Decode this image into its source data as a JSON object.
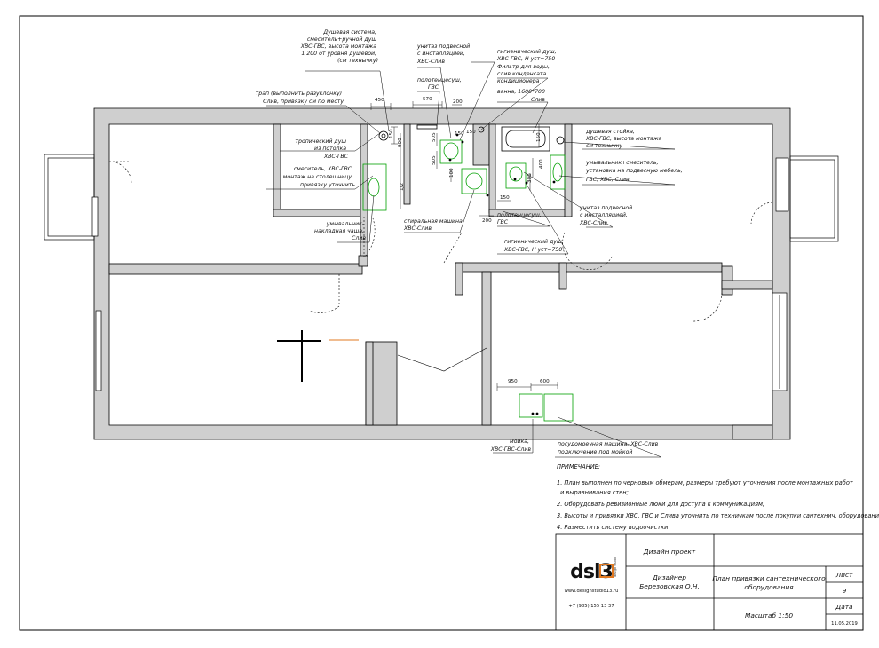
{
  "labels": {
    "shower_system": [
      "Душевая система,",
      "смеситель+ручной душ",
      "ХВС-ГВС, высота монтажа",
      "1 200 от уровня душевой,",
      "(см технычку)"
    ],
    "toilet_1": [
      "унитаз подвесной",
      "с инсталляцией,",
      "ХВС-Слив"
    ],
    "hygienic_shower_1": [
      "гигиенический душ,",
      "ХВС-ГВС, Н уст=750"
    ],
    "water_filter": [
      "Фильтр для воды,",
      "слив конденсата",
      "кондиционера"
    ],
    "bath": [
      "ванна, 1600*700",
      "Слив"
    ],
    "towel_rail_1": [
      "полотенцесуш,",
      "ГВС"
    ],
    "floor_drain": [
      "трап (выполнить разуклонку)",
      "Слив, привязку см по месту"
    ],
    "tropical_shower": [
      "тропический душ",
      "из потолка",
      "ХВС-ГВС"
    ],
    "basin_mixer": [
      "смеситель, ХВС-ГВС,",
      "монтаж на столешницу,",
      "привязку уточнить"
    ],
    "overlay_basin": [
      "умывальник-",
      "накладная чаша,",
      "Слив"
    ],
    "washing_machine": [
      "стиральная машина",
      "ХВС-Слив"
    ],
    "towel_rail_2": [
      "полотенцесуш,",
      "ГВС"
    ],
    "hygienic_shower_2": [
      "гигиенический душ,",
      "ХВС-ГВС, Н уст=750"
    ],
    "toilet_2": [
      "унитаз подвесной",
      "с инсталляцией,",
      "ХВС-Слив"
    ],
    "shower_rack": [
      "душевая стойка,",
      "ХВС-ГВС, высота монтажа",
      "см технычку"
    ],
    "washbasin_mixer": [
      "умывальник+смеситель,",
      "установка на подвесную мебель,",
      "ГВС, ХВС, Слив"
    ],
    "kitchen_sink": [
      "мойка,",
      "ХВС-ГВС-Слив"
    ],
    "dishwasher": [
      "посудомоечная машина, ХВС-Слив",
      "подключение под мойкой"
    ]
  },
  "dims": [
    "450",
    "570",
    "200",
    "150",
    "900",
    "150",
    "505",
    "505",
    "1/2",
    "150",
    "100",
    "200",
    "150",
    "400",
    "150",
    "950",
    "600",
    "300"
  ],
  "notes": {
    "heading": "ПРИМЕЧАНИЕ:",
    "items": [
      "1. План выполнен по черновым обмерам, размеры требуют уточнения после монтажных работ",
      "и выравнивания стен;",
      "2. Оборудовать ревизионные люки для доступа к коммуникациям;",
      "3. Высоты и привязки ХВС, ГВС и Слива уточнить по техничкам после покупки сантехнич. оборудования.",
      "4. Разместить систему водоочистки"
    ]
  },
  "title_block": {
    "project": "Дизайн проект",
    "designer_role": "Дизайнер",
    "designer_name": "Березовская О.Н.",
    "sheet_title_1": "План привязки сантехнического",
    "sheet_title_2": "оборудования",
    "sheet_label": "Лист",
    "sheet_number": "9",
    "scale": "Масштаб 1:50",
    "date_label": "Дата",
    "date": "11.05.2019",
    "logo_text": "dsl3",
    "logo_side": "design studio",
    "website": "www.designstudio13.ru",
    "phone": "+7 (985) 155 13 37"
  },
  "colors": {
    "wall_fill": "#cfcfcf",
    "fixture": "#00a000",
    "accent": "#e07820"
  }
}
